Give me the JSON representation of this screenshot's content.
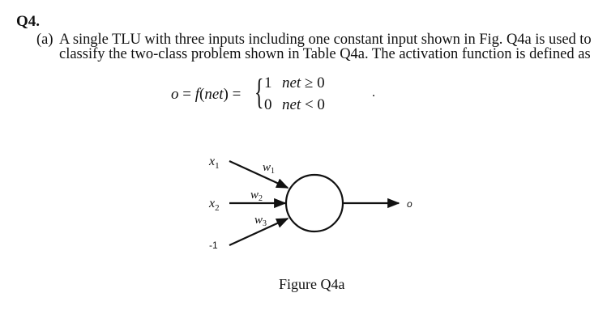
{
  "question": {
    "number": "Q4.",
    "part_label": "(a)",
    "text_line1": "A single TLU with three inputs including one constant input shown in Fig. Q4a is used to",
    "text_line2": "classify the two-class problem shown in Table Q4a. The activation function is defined as"
  },
  "equation": {
    "lhs_o": "o",
    "lhs_eq1": " = ",
    "lhs_f": "f",
    "lhs_paren_open": "(",
    "lhs_net": "net",
    "lhs_paren_close": ")",
    "lhs_eq2": " = ",
    "brace": "{",
    "cases": [
      {
        "value": "1",
        "cond_var": "net",
        "cond_op": " ≥ 0"
      },
      {
        "value": "0",
        "cond_var": "net",
        "cond_op": " < 0"
      }
    ],
    "trailing": "."
  },
  "figure": {
    "inputs": [
      {
        "label": "x",
        "sub": "1"
      },
      {
        "label": "x",
        "sub": "2"
      },
      {
        "label": "-1",
        "sub": ""
      }
    ],
    "weights": [
      {
        "label": "w",
        "sub": "1"
      },
      {
        "label": "w",
        "sub": "2"
      },
      {
        "label": "w",
        "sub": "3"
      }
    ],
    "output_label": "o",
    "caption": "Figure Q4a",
    "stroke_color": "#111111"
  }
}
